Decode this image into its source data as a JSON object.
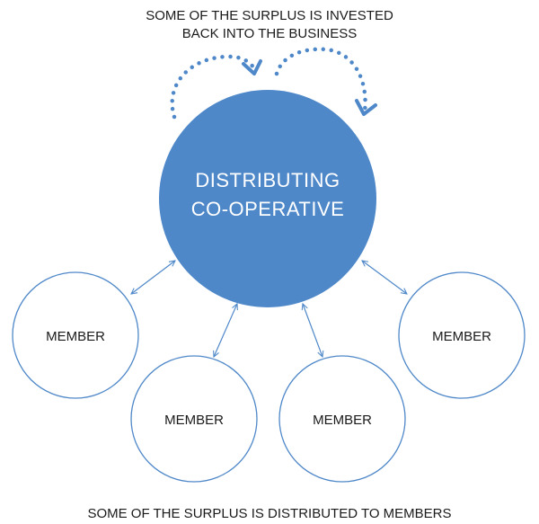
{
  "top_caption": {
    "line1": "SOME OF THE SURPLUS IS INVESTED",
    "line2": "BACK INTO THE BUSINESS"
  },
  "center": {
    "line1": "DISTRIBUTING",
    "line2": "CO-OPERATIVE"
  },
  "members": [
    {
      "label": "MEMBER"
    },
    {
      "label": "MEMBER"
    },
    {
      "label": "MEMBER"
    },
    {
      "label": "MEMBER"
    }
  ],
  "bottom_caption": "SOME OF THE SURPLUS IS DISTRIBUTED TO MEMBERS",
  "colors": {
    "primary_blue": "#4f88c9",
    "outline_blue": "#4f88c9",
    "text": "#1a1a1a"
  }
}
